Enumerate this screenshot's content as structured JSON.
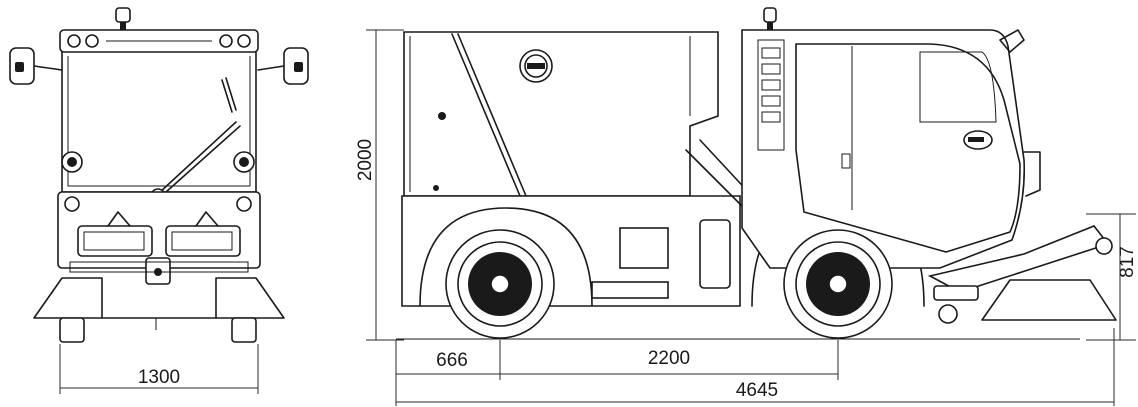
{
  "dimensions": {
    "front_width": "1300",
    "height": "2000",
    "front_overhang": "666",
    "wheelbase": "2200",
    "length": "4645",
    "brush_height": "817"
  }
}
